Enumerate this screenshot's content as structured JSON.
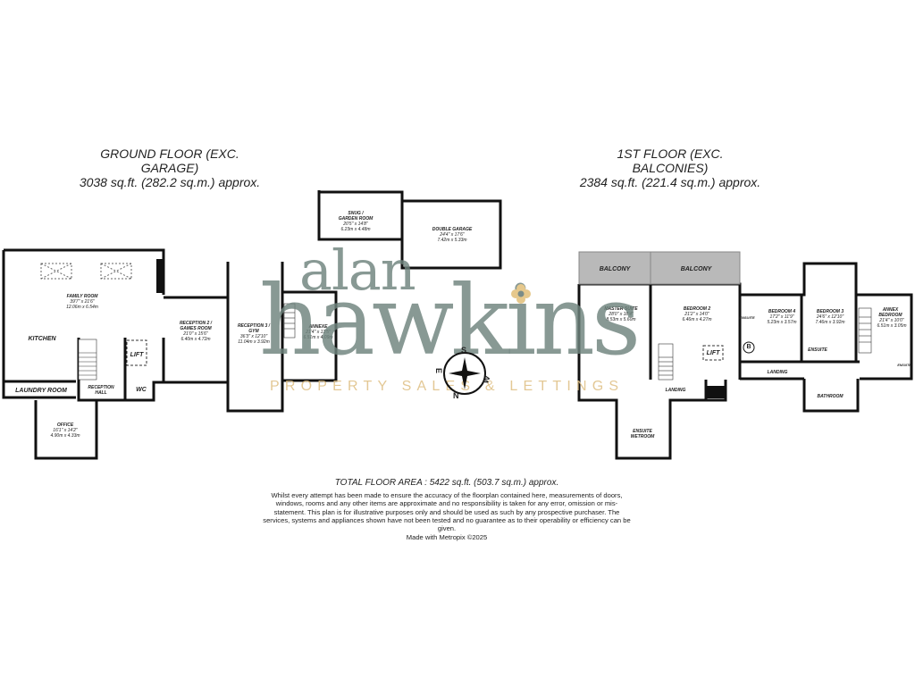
{
  "ground_floor": {
    "heading_line1": "GROUND FLOOR (EXC.",
    "heading_line2": "GARAGE)",
    "area": "3038 sq.ft. (282.2 sq.m.) approx.",
    "rooms": [
      {
        "name": "FAMILY ROOM",
        "dim_imperial": "39'7\" x 21'6\"",
        "dim_metric": "12.06m x 6.54m"
      },
      {
        "name": "KITCHEN"
      },
      {
        "name": "LIFT"
      },
      {
        "name": "LAUNDRY ROOM"
      },
      {
        "name": "RECEPTION HALL"
      },
      {
        "name": "WC"
      },
      {
        "name": "OFFICE",
        "dim_imperial": "16'1\" x 14'2\"",
        "dim_metric": "4.90m x 4.33m"
      },
      {
        "name": "RECEPTION 2 / GAMES ROOM",
        "dim_imperial": "21'0\" x 15'6\"",
        "dim_metric": "6.40m x 4.72m"
      },
      {
        "name": "RECEPTION 3 / GYM",
        "dim_imperial": "36'3\" x 12'10\"",
        "dim_metric": "11.04m x 3.92m"
      },
      {
        "name": "ANNEXE",
        "dim_imperial": "21'4\" x 13'5\"",
        "dim_metric": "6.51m x 4.09m"
      },
      {
        "name": "SNUG / GARDEN ROOM",
        "dim_imperial": "20'5\" x 14'8\"",
        "dim_metric": "6.23m x 4.48m"
      },
      {
        "name": "DOUBLE GARAGE",
        "dim_imperial": "24'4\" x 17'6\"",
        "dim_metric": "7.42m x 5.33m"
      }
    ]
  },
  "first_floor": {
    "heading_line1": "1ST FLOOR (EXC.",
    "heading_line2": "BALCONIES)",
    "area": "2384 sq.ft. (221.4 sq.m.) approx.",
    "rooms": [
      {
        "name": "BALCONY"
      },
      {
        "name": "BALCONY"
      },
      {
        "name": "MASTER SUITE",
        "dim_imperial": "28'0\" x 18'4\"",
        "dim_metric": "8.53m x 5.60m"
      },
      {
        "name": "BEDROOM 2",
        "dim_imperial": "21'2\" x 14'0\"",
        "dim_metric": "6.46m x 4.27m"
      },
      {
        "name": "ENSUITE"
      },
      {
        "name": "LIFT"
      },
      {
        "name": "LANDING"
      },
      {
        "name": "ENSUITE WETROOM"
      },
      {
        "name": "BEDROOM 4",
        "dim_imperial": "17'2\" x 11'9\"",
        "dim_metric": "5.23m x 3.57m"
      },
      {
        "name": "BEDROOM 3",
        "dim_imperial": "24'6\" x 12'10\"",
        "dim_metric": "7.46m x 3.92m"
      },
      {
        "name": "ENSUITE"
      },
      {
        "name": "ANNEX BEDROOM",
        "dim_imperial": "21'4\" x 10'0\"",
        "dim_metric": "6.51m x 3.05m"
      },
      {
        "name": "LANDING"
      },
      {
        "name": "BATHROOM"
      },
      {
        "name": "ENSUITE"
      }
    ],
    "boiler_symbol": "B"
  },
  "compass": {
    "n": "N",
    "s": "S",
    "e": "E",
    "w": "W"
  },
  "watermark": {
    "line1": "alan",
    "line2": "hawkins",
    "tagline": "PROPERTY SALES & LETTINGS",
    "accent_color": "#e3c27f",
    "text_color": "#7b8c88"
  },
  "footer": {
    "total": "TOTAL FLOOR AREA : 5422 sq.ft. (503.7 sq.m.) approx.",
    "disclaimer": "Whilst every attempt has been made to ensure the accuracy of the floorplan contained here, measurements of doors, windows, rooms and any other items are approximate and no responsibility is taken for any error, omission or mis-statement. This plan is for illustrative purposes only and should be used as such by any prospective purchaser. The services, systems and appliances shown have not been tested and no guarantee as to their operability or efficiency can be given.",
    "made_with": "Made with Metropix ©2025"
  }
}
